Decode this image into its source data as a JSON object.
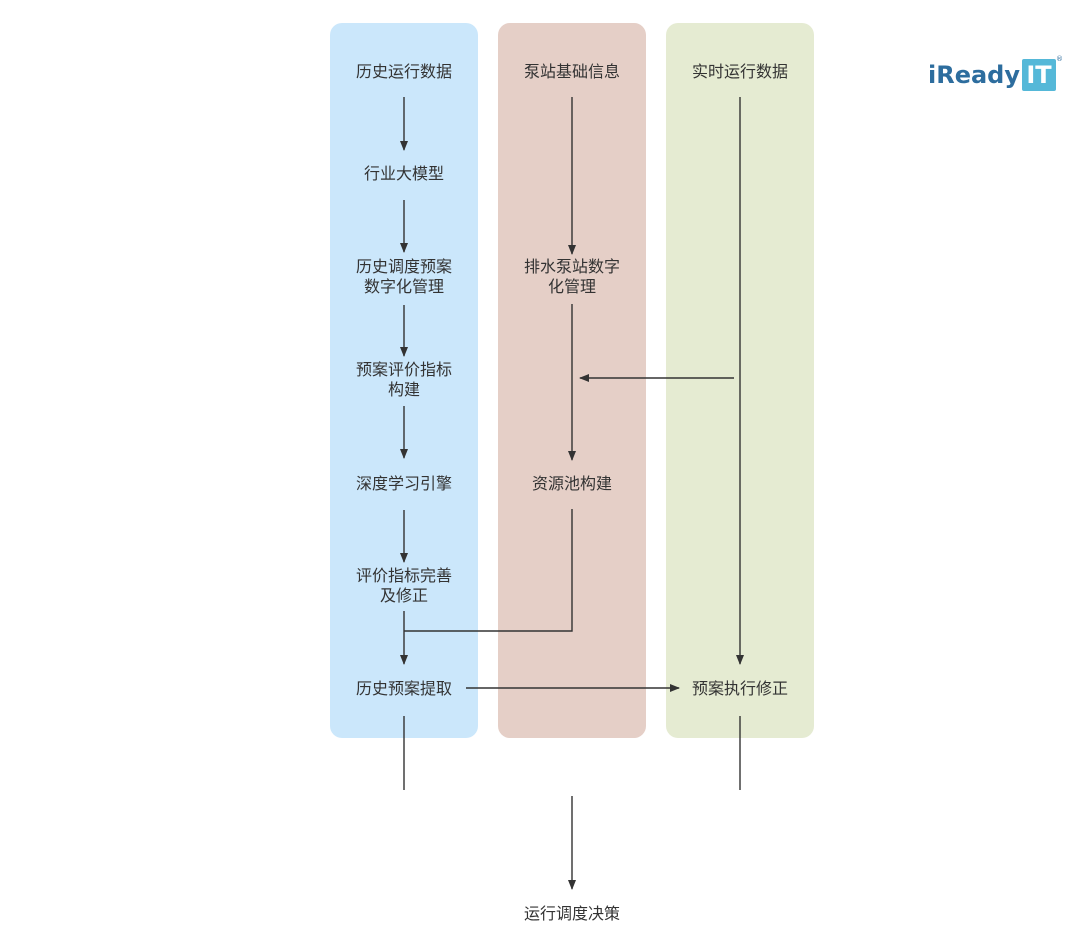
{
  "lanes": {
    "history": {
      "nodes": [
        {
          "lines": [
            "历史运行数据"
          ]
        },
        {
          "lines": [
            "行业大模型"
          ]
        },
        {
          "lines": [
            "历史调度预案",
            "数字化管理"
          ]
        },
        {
          "lines": [
            "预案评价指标",
            "构建"
          ]
        },
        {
          "lines": [
            "深度学习引擎"
          ]
        },
        {
          "lines": [
            "评价指标完善",
            "及修正"
          ]
        },
        {
          "lines": [
            "历史预案提取"
          ]
        }
      ]
    },
    "station": {
      "nodes": [
        {
          "lines": [
            "泵站基础信息"
          ]
        },
        {
          "lines": [
            "排水泵站数字",
            "化管理"
          ]
        },
        {
          "lines": [
            "资源池构建"
          ]
        }
      ]
    },
    "realtime": {
      "nodes": [
        {
          "lines": [
            "实时运行数据"
          ]
        },
        {
          "lines": [
            "预案执行修正"
          ]
        }
      ]
    }
  },
  "final": {
    "lines": [
      "运行调度决策"
    ]
  },
  "logo": {
    "text": "iReady",
    "box": "IT",
    "reg": "®"
  },
  "colors": {
    "history_lane": "#cbe7fb",
    "station_lane": "#e5cfc7",
    "realtime_lane": "#e5ebd2",
    "logo": "#2d6d9e",
    "logo_box": "#55b8d8",
    "arrow": "#333333"
  }
}
